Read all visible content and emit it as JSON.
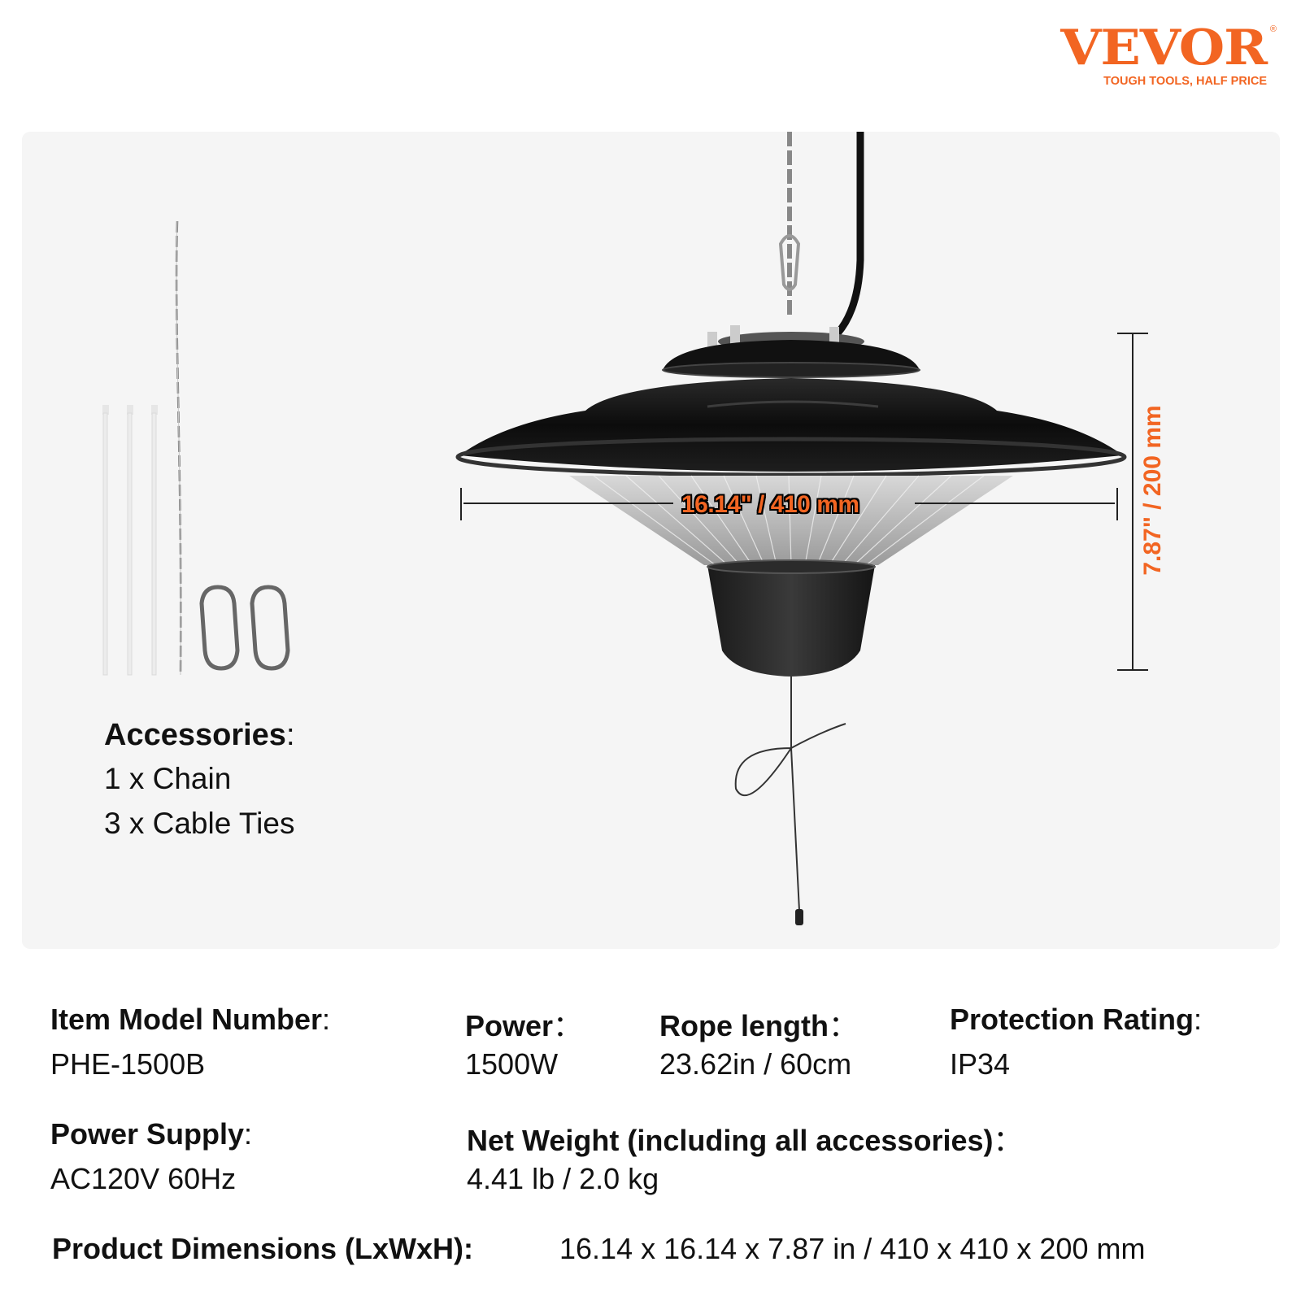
{
  "brand": {
    "name": "VEVOR",
    "registered_mark": "®",
    "tagline": "TOUGH TOOLS, HALF PRICE",
    "color": "#f26522"
  },
  "product_image": {
    "subject": "Hanging electric patio heater with chain, power cord and pull-cord switch",
    "dimension_labels": {
      "width": "16.14\" / 410 mm",
      "height": "7.87\" / 200 mm"
    },
    "accent_color": "#f26522"
  },
  "accessories": {
    "title": "Accessories",
    "items": [
      "1 x Chain",
      "3 x Cable Ties"
    ]
  },
  "specs": {
    "model": {
      "label": "Item Model Number",
      "value": "PHE-1500B"
    },
    "power": {
      "label": "Power",
      "value": "1500W"
    },
    "rope_length": {
      "label": "Rope length",
      "value": "23.62in / 60cm"
    },
    "protection": {
      "label": "Protection Rating",
      "value": "IP34"
    },
    "power_supply": {
      "label": "Power Supply",
      "value": "AC120V 60Hz"
    },
    "net_weight": {
      "label": "Net Weight (including all accessories)",
      "value": "4.41 lb / 2.0 kg"
    },
    "dimensions": {
      "label": "Product Dimensions (LxWxH)",
      "value": "16.14 x 16.14 x 7.87 in / 410 x 410 x 200 mm"
    }
  },
  "punct": {
    "colon": ":",
    "fw_colon": "："
  }
}
